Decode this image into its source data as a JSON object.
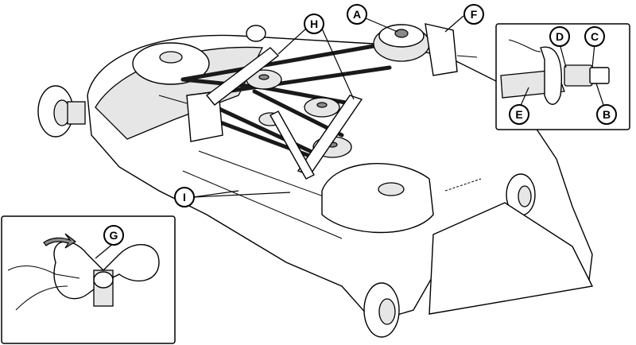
{
  "callouts": {
    "a": "A",
    "b": "B",
    "c": "C",
    "d": "D",
    "e": "E",
    "f": "F",
    "g": "G",
    "h": "H",
    "i": "I"
  },
  "colors": {
    "line": "#000000",
    "belt": "#1a1a1a",
    "shade": "#e6e6e6"
  }
}
